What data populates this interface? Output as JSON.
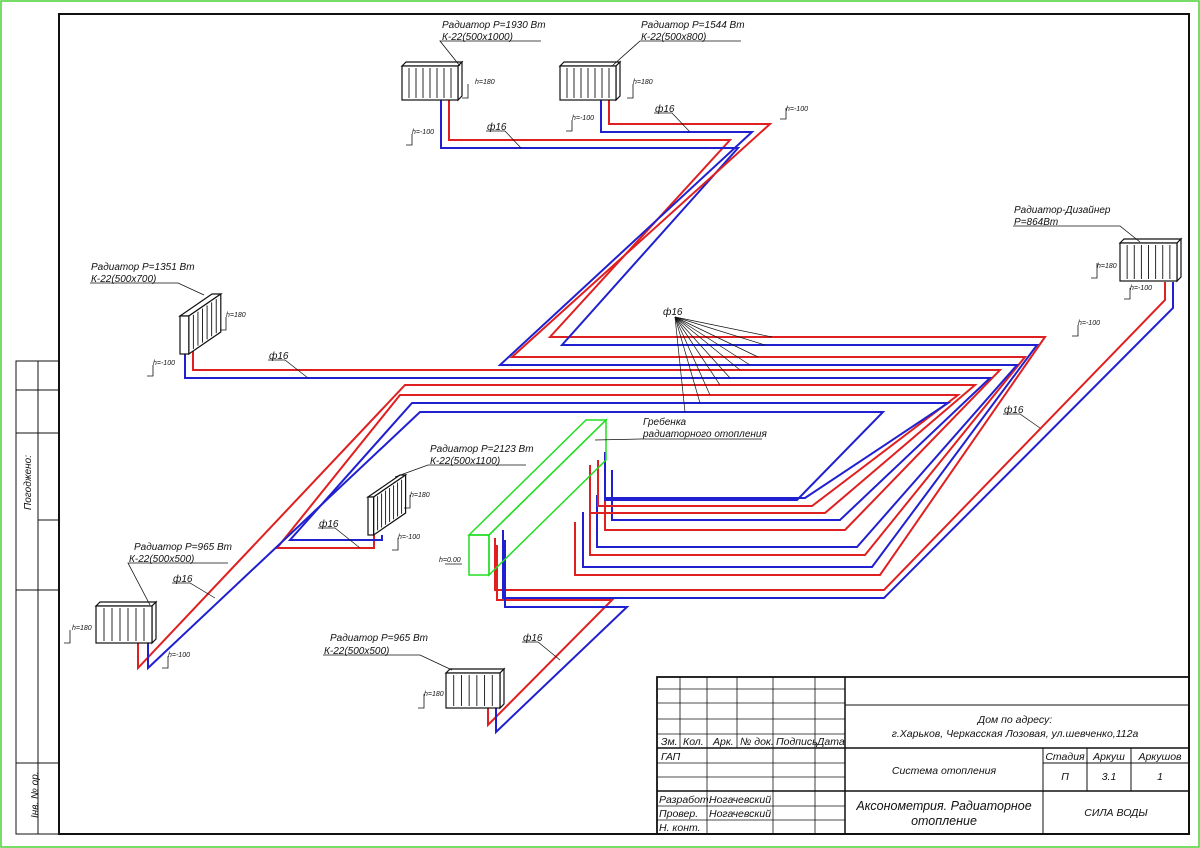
{
  "radiators": [
    {
      "power": "Радиатор Р=1930 Вт",
      "model": "К-22(500х1000)"
    },
    {
      "power": "Радиатор Р=1544 Вт",
      "model": "К-22(500х800)"
    },
    {
      "power": "Радиатор Р=1351 Вт",
      "model": "К-22(500х700)"
    },
    {
      "power": "Радиатор-Дизайнер",
      "model": "Р=864Вт"
    },
    {
      "power": "Радиатор Р=2123 Вт",
      "model": "К-22(500х1100)"
    },
    {
      "power": "Радиатор Р=965 Вт",
      "model": "К-22(500х500)"
    },
    {
      "power": "Радиатор Р=965 Вт",
      "model": "К-22(500х500)"
    }
  ],
  "pipe_label": "ф16",
  "manifold": {
    "line1": "Гребенка",
    "line2": "радиаторного отопления",
    "height": "h=0.00"
  },
  "heights": {
    "h180": "h=180",
    "hminus100": "h=-100"
  },
  "side_stamp": {
    "agreed": "Погоджено:",
    "inv": "Інв. № ор."
  },
  "title_block": {
    "headers": [
      "Зм.",
      "Кол.",
      "Арк.",
      "№ док.",
      "Подпись",
      "Дата"
    ],
    "address_line1": "Дом  по адресу:",
    "address_line2": "г.Харьков, Черкасская Лозовая, ул.шевченко,112а",
    "gap": "ГАП",
    "system": "Система отопления",
    "stage_header": "Стадия",
    "sheet_header": "Аркуш",
    "sheets_header": "Аркушов",
    "stage": "П",
    "sheet": "3.1",
    "sheets": "1",
    "developed": "Разработ.",
    "checked": "Провер.",
    "norm_control": "Н. конт.",
    "developer_name": "Ногачевский",
    "checker_name": "Ногачевский",
    "drawing_title_1": "Аксонометрия. Радиаторное",
    "drawing_title_2": "отопление",
    "company": "СИЛА ВОДЫ"
  }
}
